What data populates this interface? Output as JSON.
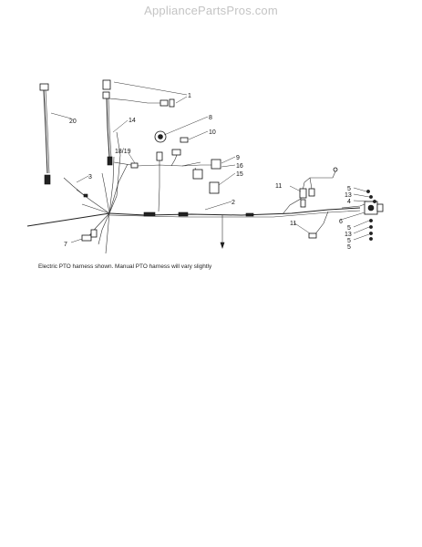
{
  "watermark": "AppliancePartsPros.com",
  "caption": "Electric PTO harness shown. Manual PTO harness will vary slightly",
  "callouts": {
    "c1": "1",
    "c2": "2",
    "c3": "3",
    "c4": "4",
    "c5a": "5",
    "c5b": "5",
    "c5c": "5",
    "c5d": "5",
    "c6": "6",
    "c7": "7",
    "c8": "8",
    "c9": "9",
    "c10": "10",
    "c11a": "11",
    "c11b": "11",
    "c13a": "13",
    "c13b": "13",
    "c14": "14",
    "c15": "15",
    "c16": "16",
    "c18_19": "18/19",
    "c20": "20"
  }
}
